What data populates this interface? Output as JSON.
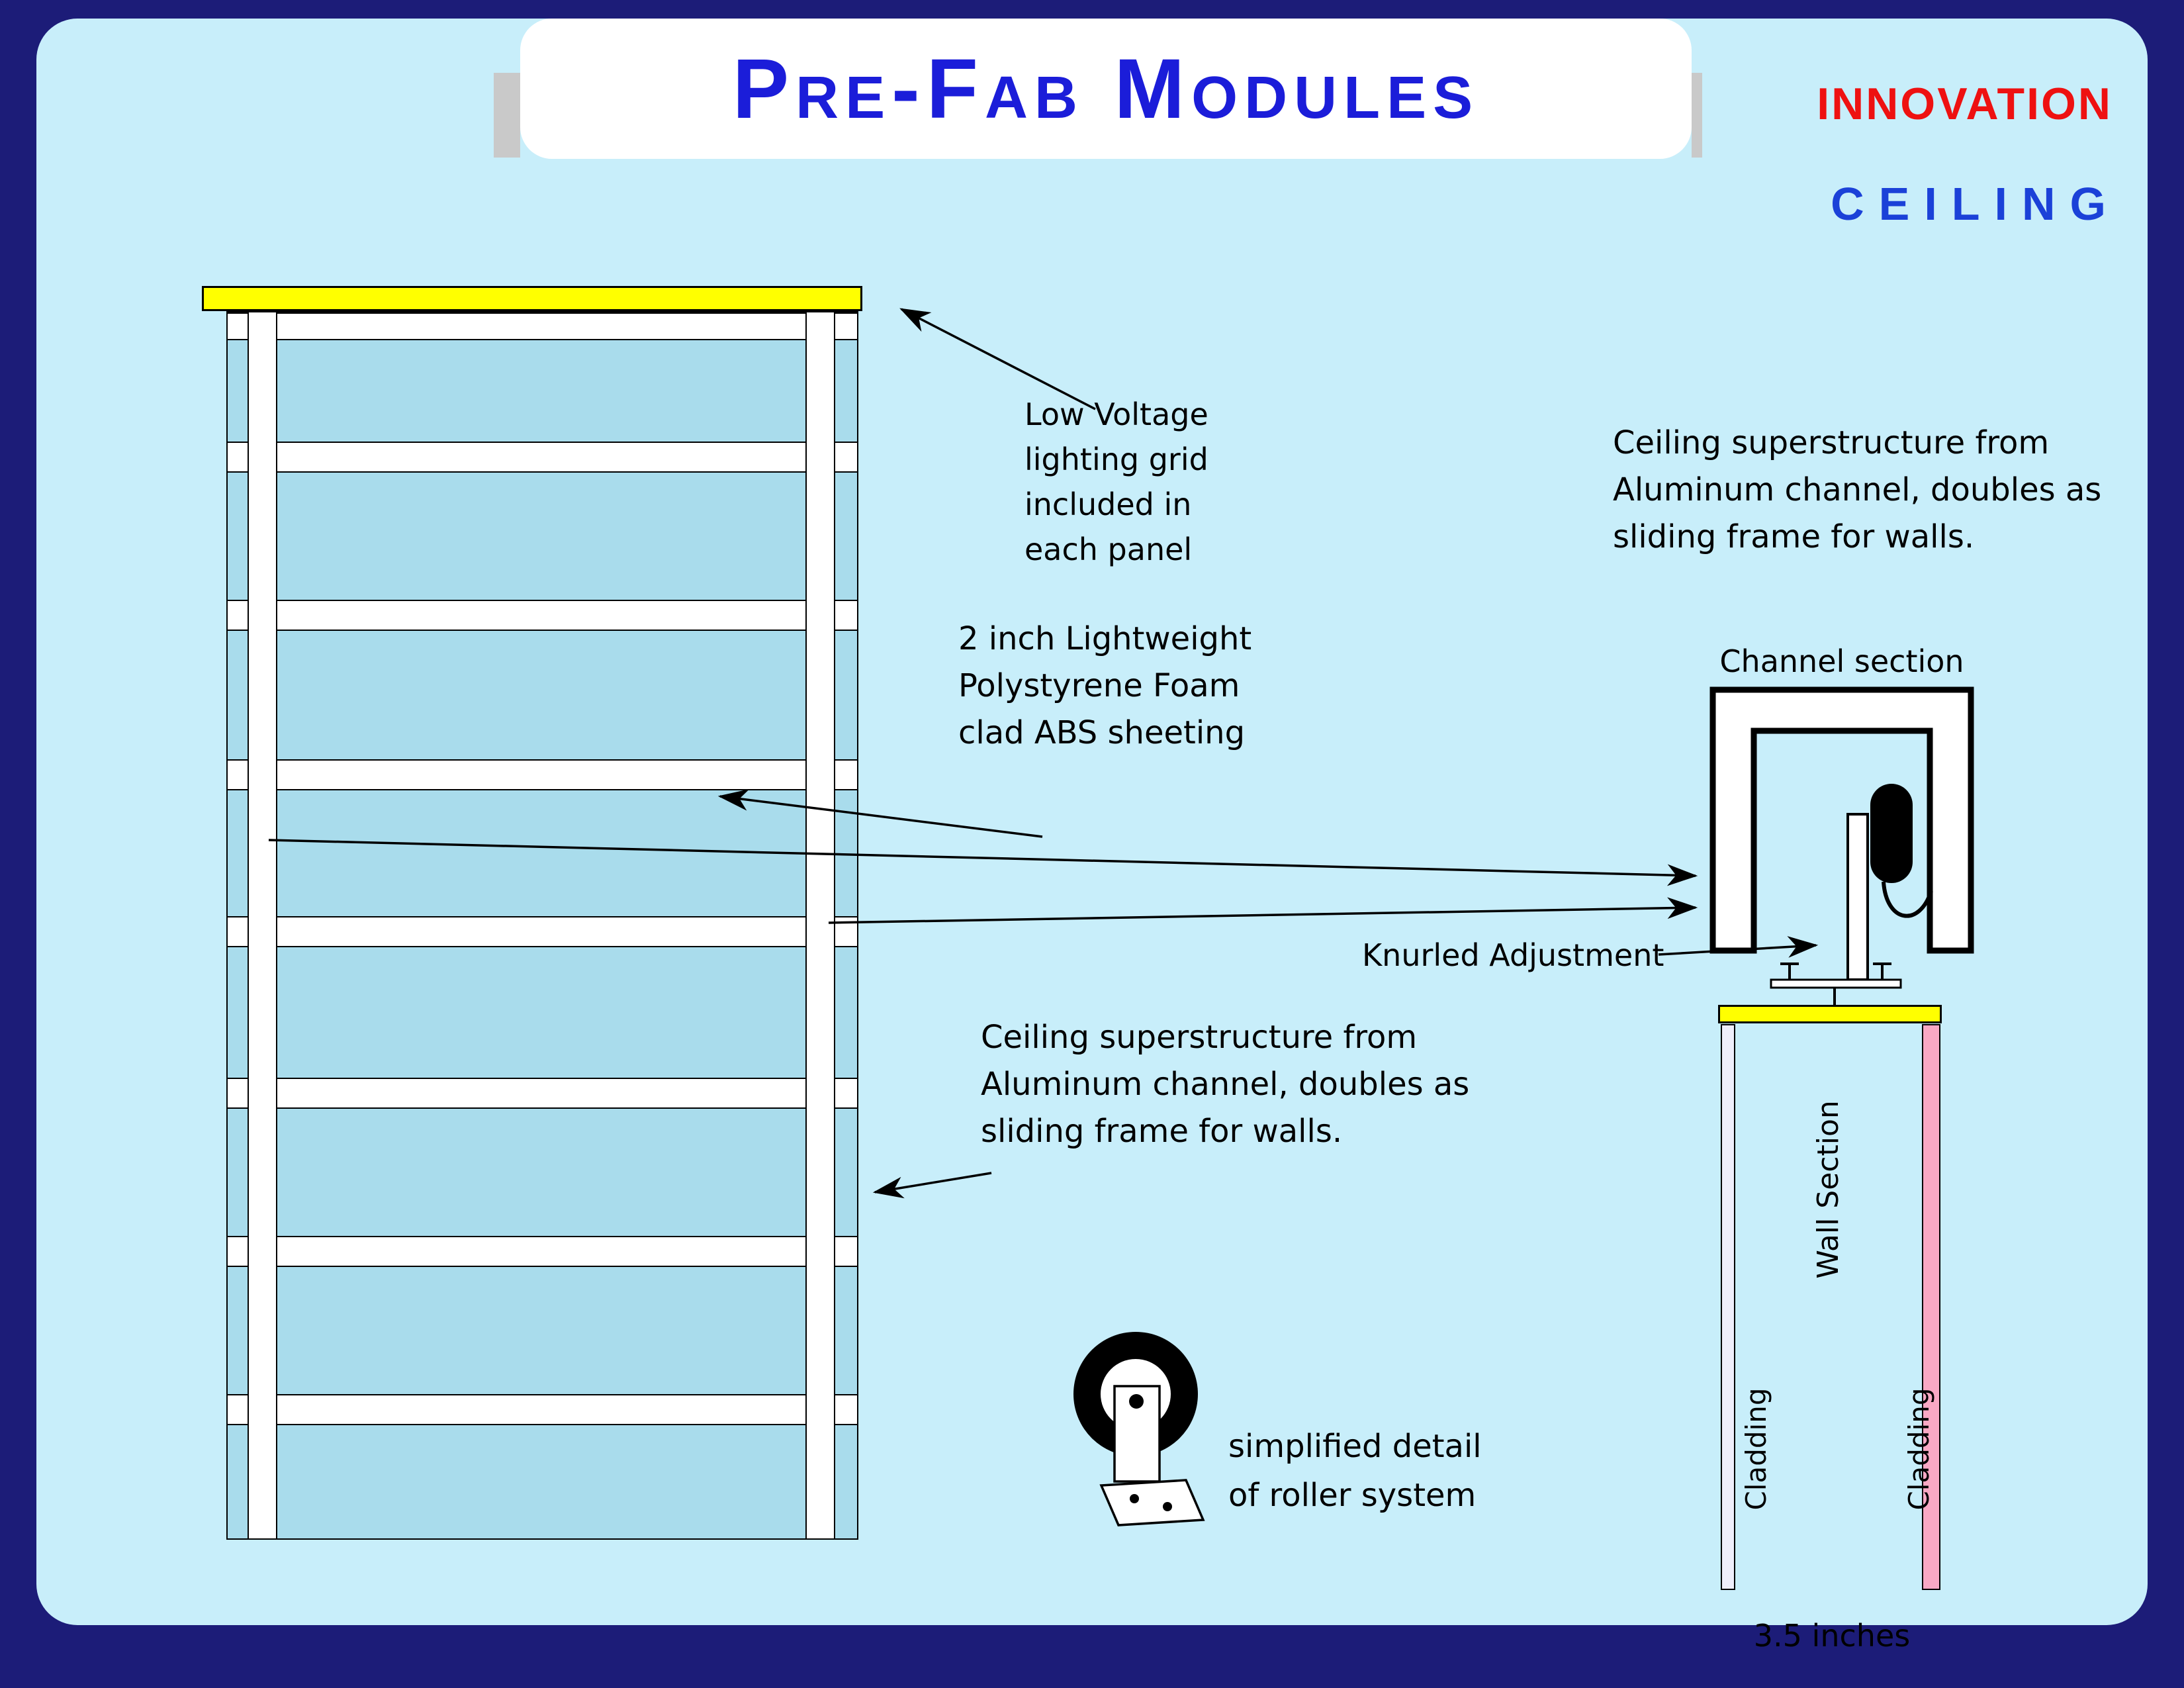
{
  "header": {
    "title": "Pre-Fab Modules",
    "brand_top": "INNOVATION",
    "brand_bottom": "CEILING"
  },
  "annotations": {
    "lighting": "Low Voltage\nlighting grid\nincluded in\neach panel",
    "foam": "2 inch  Lightweight\nPolystyrene Foam\nclad ABS sheeting",
    "superstructure": "Ceiling superstructure from\nAluminum channel, doubles as\nsliding frame for walls.",
    "channel_section": "Channel section",
    "knurled": "Knurled Adjustment",
    "roller": "simplified detail\nof roller system",
    "wall_section": "Wall Section",
    "cladding_left": "Cladding",
    "cladding_right": "Cladding",
    "dimension": "3.5 inches"
  },
  "colors": {
    "frame_navy": "#1c1c78",
    "background_cyan": "#c8eefa",
    "panel_cyan": "#a9dcec",
    "lighting_yellow": "#ffff00",
    "cladding_pink": "#f9a8c4",
    "cladding_light": "#efeefb",
    "title_blue": "#1b1dd9",
    "brand_red": "#ee1111",
    "brand_blue": "#1b41d8"
  }
}
